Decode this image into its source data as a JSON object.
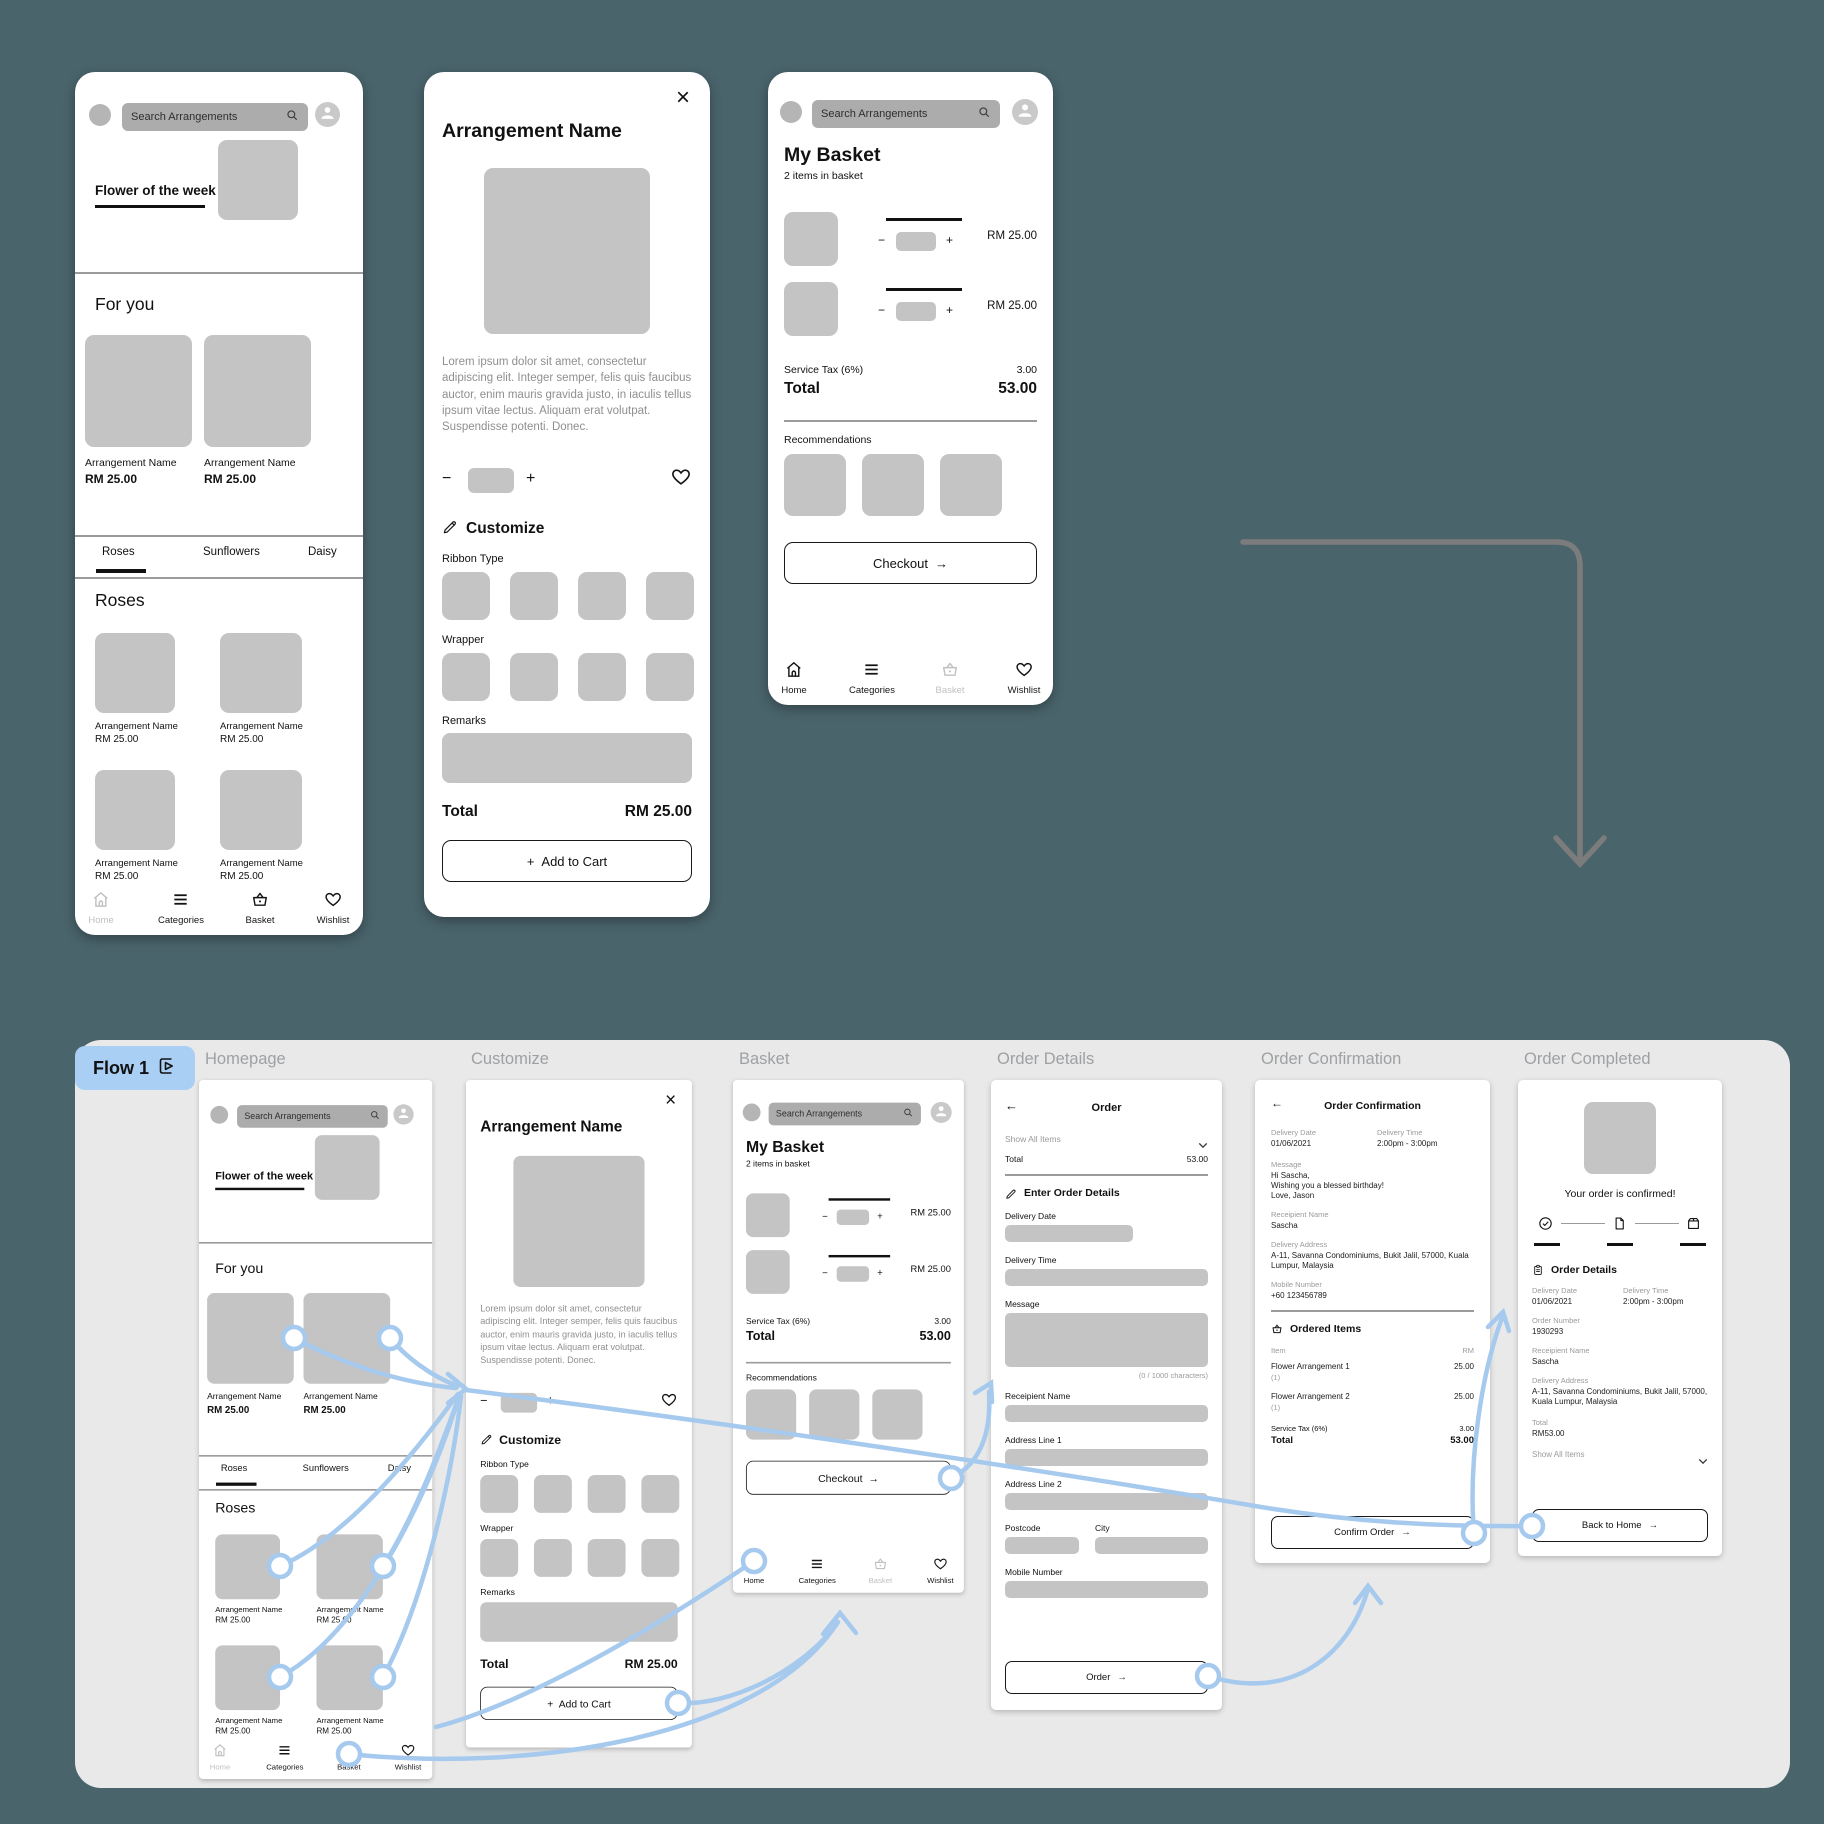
{
  "flow": {
    "badge": "Flow 1",
    "labels": [
      "Homepage",
      "Customize",
      "Basket",
      "Order Details",
      "Order Confirmation",
      "Order Completed"
    ]
  },
  "common": {
    "search_placeholder": "Search Arrangements",
    "arrangement_name": "Arrangement Name",
    "price": "RM 25.00",
    "service_tax_label": "Service Tax (6%)",
    "service_tax_value": "3.00",
    "total_label": "Total",
    "total_value": "53.00",
    "arrow_right": "→",
    "arrow_left": "←",
    "minus": "−",
    "plus": "+",
    "close": "×",
    "nav": {
      "home": "Home",
      "categories": "Categories",
      "basket": "Basket",
      "wishlist": "Wishlist"
    }
  },
  "homepage": {
    "flower_of_the_week": "Flower of the week",
    "for_you": "For you",
    "tabs": [
      "Roses",
      "Sunflowers",
      "Daisy"
    ],
    "section_title": "Roses"
  },
  "customize": {
    "title": "Arrangement Name",
    "description": "Lorem ipsum dolor sit amet, consectetur adipiscing elit. Integer semper, felis quis faucibus auctor, enim mauris gravida justo, in iaculis tellus ipsum vitae lectus. Aliquam erat volutpat. Suspendisse potenti. Donec.",
    "customize_label": "Customize",
    "ribbon_type": "Ribbon Type",
    "wrapper": "Wrapper",
    "remarks": "Remarks",
    "total_label": "Total",
    "total_value": "RM 25.00",
    "add_to_cart": "Add to Cart"
  },
  "basket": {
    "title": "My Basket",
    "subtitle": "2 items in basket",
    "recommendations": "Recommendations",
    "checkout": "Checkout"
  },
  "order_details": {
    "header": "Order",
    "show_all_items": "Show All Items",
    "enter_details": "Enter Order Details",
    "fields": {
      "delivery_date": "Delivery Date",
      "delivery_time": "Delivery Time",
      "message": "Message",
      "receipient_name": "Receipient Name",
      "address_line_1": "Address Line 1",
      "address_line_2": "Address Line 2",
      "postcode": "Postcode",
      "city": "City",
      "mobile_number": "Mobile Number"
    },
    "char_counter": "(0 / 1000 characters)",
    "order_button": "Order"
  },
  "order_confirmation": {
    "header": "Order Confirmation",
    "delivery_date_label": "Delivery Date",
    "delivery_date": "01/06/2021",
    "delivery_time_label": "Delivery Time",
    "delivery_time": "2:00pm - 3:00pm",
    "message_label": "Message",
    "message_line_1": "Hi Sascha,",
    "message_line_2": "Wishing you a blessed birthday!",
    "message_line_3": "Love, Jason",
    "receipient_label": "Receipient Name",
    "receipient": "Sascha",
    "address_label": "Delivery Address",
    "address": "A-11, Savanna Condominiums, Bukit Jalil, 57000, Kuala Lumpur, Malaysia",
    "mobile_label": "Mobile Number",
    "mobile": "+60 123456789",
    "ordered_items": "Ordered Items",
    "item_col": "Item",
    "rm_col": "RM",
    "items": [
      {
        "name": "Flower Arrangement 1",
        "qty": "(1)",
        "price": "25.00"
      },
      {
        "name": "Flower Arrangement 2",
        "qty": "(1)",
        "price": "25.00"
      }
    ],
    "confirm_button": "Confirm Order"
  },
  "order_completed": {
    "confirmed": "Your order is confirmed!",
    "section_title": "Order Details",
    "order_number_label": "Order Number",
    "order_number": "1930293",
    "total_label": "Total",
    "total_value": "RM53.00",
    "show_all_items": "Show All Items",
    "back_button": "Back to Home"
  },
  "colors": {
    "background": "#4A646C",
    "panel": "#E9E9E9",
    "badge_blue": "#A9CFF5",
    "connector_blue": "#A6C9EE",
    "placeholder_gray": "#C4C4C4",
    "arrow_gray": "#7C7C7C"
  }
}
